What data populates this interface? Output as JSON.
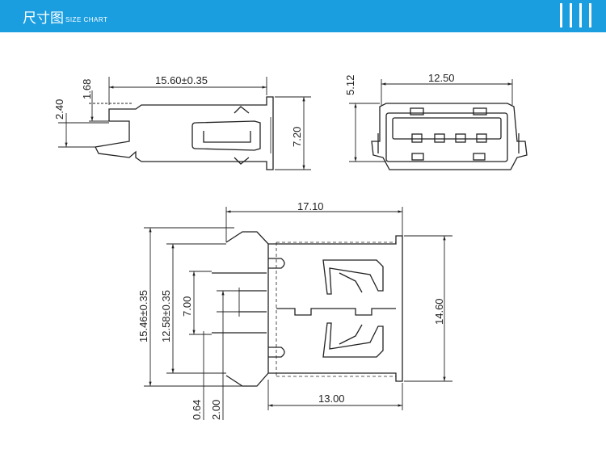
{
  "header": {
    "title": "尺寸图",
    "subtitle": "SIZE CHART",
    "color": "#1a9ee0"
  },
  "dimensions": {
    "side_view": {
      "length": "15.60±0.35",
      "height": "7.20",
      "offset_a": "1.68",
      "offset_b": "2.40"
    },
    "front_view": {
      "width": "12.50",
      "height": "5.12"
    },
    "top_view": {
      "overall_length": "17.10",
      "body_length": "13.00",
      "width": "14.60",
      "outer_width": "15.46±0.35",
      "inner_width": "12.58±0.35",
      "pin_span": "7.00",
      "pin_pitch": "2.00",
      "pin_width": "0.64"
    }
  }
}
